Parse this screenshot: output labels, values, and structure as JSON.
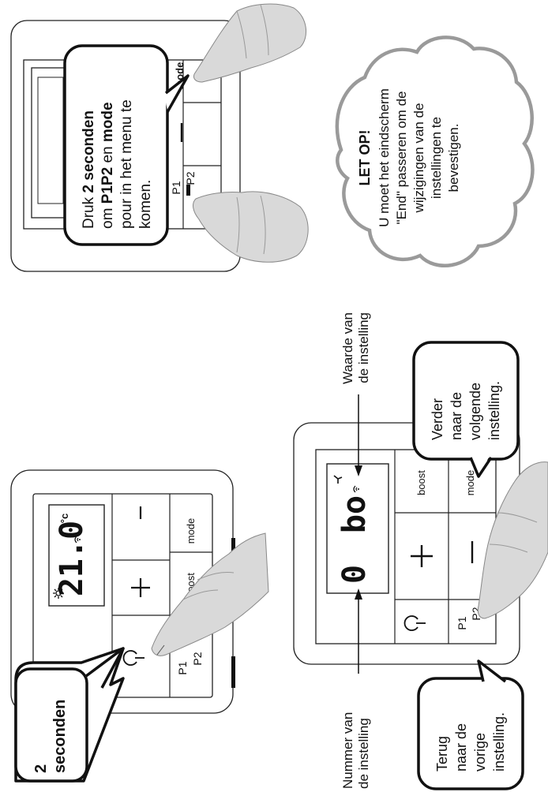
{
  "panel1": {
    "display": {
      "temp": "21.0",
      "unit": "°c"
    },
    "buttons": {
      "boost": "boost",
      "mode": "mode",
      "p1": "P1",
      "p2": "P2"
    },
    "callout": {
      "line1": "2",
      "line2": "seconden"
    }
  },
  "panel2": {
    "buttons": {
      "mode": "mode"
    },
    "callout": {
      "line1_pre": "Druk ",
      "line1_bold": "2 seconden",
      "line2_pre": "om ",
      "line2_bold1": "P1P2",
      "line2_mid": " en ",
      "line2_bold2": "mode",
      "line3": "pour in het menu te",
      "line4": "komen.",
      "key_p1": "P1",
      "key_p2": "P2"
    }
  },
  "panel3": {
    "display": {
      "number": "0",
      "value": "bo"
    },
    "buttons": {
      "boost": "boost",
      "mode": "mode",
      "p1": "P1",
      "p2": "P2"
    },
    "label_value": {
      "line1": "Waarde van",
      "line2": "de instelling"
    },
    "label_number": {
      "line1": "Nummer van",
      "line2": "de instelling"
    },
    "callout_next": {
      "line1": "Verder",
      "line2": "naar de",
      "line3": "volgende",
      "line4": "instelling."
    },
    "callout_prev": {
      "line1": "Terug",
      "line2": "naar de",
      "line3": "vorige",
      "line4": "instelling."
    }
  },
  "warning": {
    "title": "LET OP!",
    "line1": "U moet het eindscherm",
    "line2": "\"End\" passeren om de",
    "line3": "wijzigingen van de",
    "line4": "instellingen te",
    "line5": "bevestigen."
  },
  "icons": {
    "power": "power-icon",
    "plus": "plus-icon",
    "minus": "minus-icon",
    "sun": "sun-icon",
    "wifi": "wifi-icon",
    "fan": "fan-icon",
    "hand": "hand-icon"
  },
  "colors": {
    "ink": "#111111",
    "hand": "#d7d7d7",
    "cloud": "#999999"
  }
}
